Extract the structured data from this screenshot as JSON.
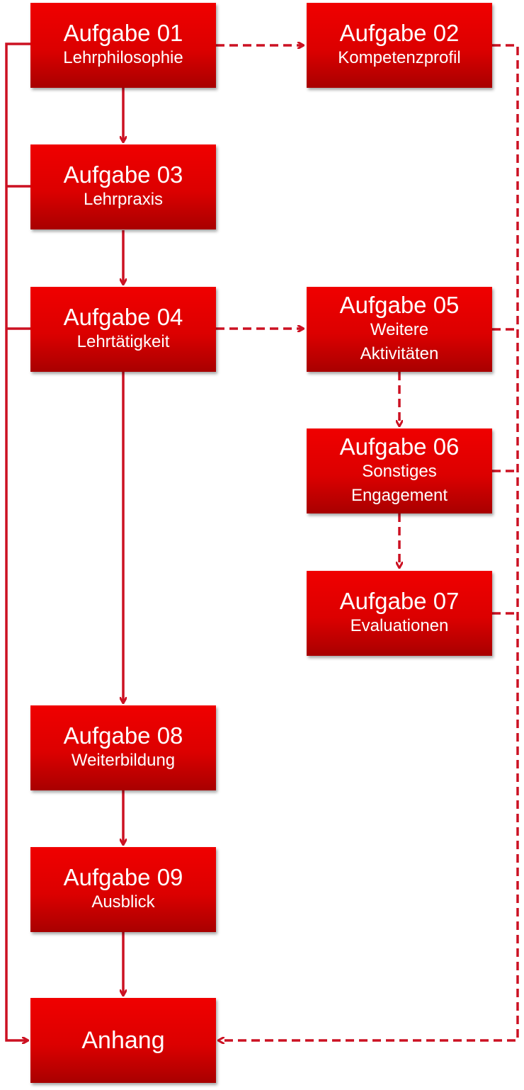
{
  "boxes": {
    "a01": {
      "title": "Aufgabe 01",
      "sub": [
        "Lehrphilosophie"
      ]
    },
    "a02": {
      "title": "Aufgabe 02",
      "sub": [
        "Kompetenzprofil"
      ]
    },
    "a03": {
      "title": "Aufgabe 03",
      "sub": [
        "Lehrpraxis"
      ]
    },
    "a04": {
      "title": "Aufgabe 04",
      "sub": [
        "Lehrtätigkeit"
      ]
    },
    "a05": {
      "title": "Aufgabe 05",
      "sub": [
        "Weitere",
        "Aktivitäten"
      ]
    },
    "a06": {
      "title": "Aufgabe 06",
      "sub": [
        "Sonstiges",
        "Engagement"
      ]
    },
    "a07": {
      "title": "Aufgabe 07",
      "sub": [
        "Evaluationen"
      ]
    },
    "a08": {
      "title": "Aufgabe 08",
      "sub": [
        "Weiterbildung"
      ]
    },
    "a09": {
      "title": "Aufgabe 09",
      "sub": [
        "Ausblick"
      ]
    },
    "anhang": {
      "title": "Anhang"
    }
  },
  "colors": {
    "box_top": "#f00000",
    "box_bottom": "#a80000",
    "connector": "#cc1122"
  }
}
